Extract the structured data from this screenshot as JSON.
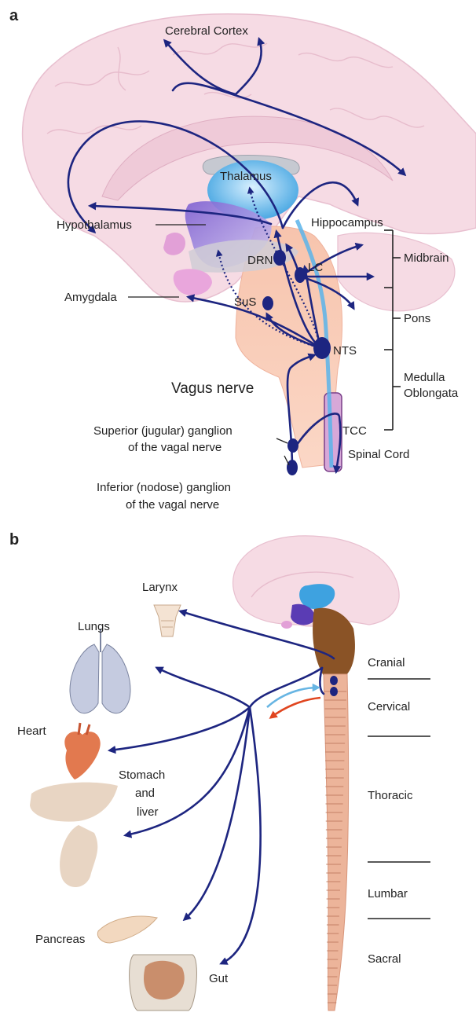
{
  "panel_a": {
    "letter": "a",
    "labels": {
      "cerebral_cortex": "Cerebral Cortex",
      "thalamus": "Thalamus",
      "hypothalamus": "Hypothalamus",
      "hippocampus": "Hippocampus",
      "drn": "DRN",
      "lc": "LC",
      "amygdala": "Amygdala",
      "sus": "SuS",
      "nts": "NTS",
      "vagus_nerve": "Vagus nerve",
      "tcc": "TCC",
      "spinal_cord": "Spinal Cord",
      "superior_ganglion_1": "Superior (jugular) ganglion",
      "superior_ganglion_2": "of the vagal nerve",
      "inferior_ganglion_1": "Inferior (nodose) ganglion",
      "inferior_ganglion_2": "of the vagal nerve"
    },
    "regions": {
      "midbrain": "Midbrain",
      "pons": "Pons",
      "medulla_1": "Medulla",
      "medulla_2": "Oblongata"
    }
  },
  "panel_b": {
    "letter": "b",
    "organs": {
      "larynx": "Larynx",
      "lungs": "Lungs",
      "heart": "Heart",
      "stomach_1": "Stomach",
      "stomach_2": "and",
      "stomach_3": "liver",
      "pancreas": "Pancreas",
      "gut": "Gut"
    },
    "spinal_regions": {
      "cranial": "Cranial",
      "cervical": "Cervical",
      "thoracic": "Thoracic",
      "lumbar": "Lumbar",
      "sacral": "Sacral"
    }
  },
  "colors": {
    "nerve": "#1d2580",
    "brain": "#f6dbe4",
    "thalamus": "#5bb4ea",
    "spinal_cord_b": "#ecb49a",
    "brainstem_b": "#8a5326",
    "afferent_arrow": "#67b5e3",
    "efferent_arrow": "#e0451f"
  }
}
